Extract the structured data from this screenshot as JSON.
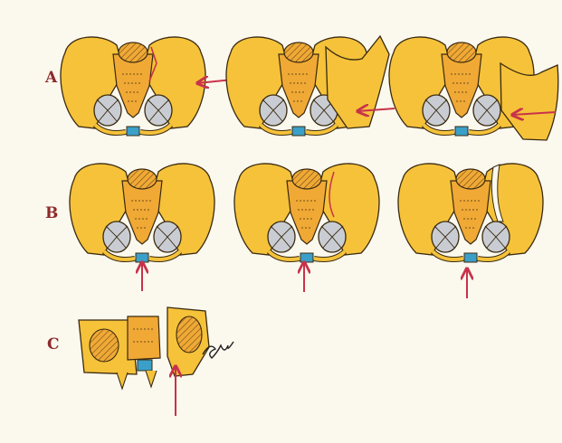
{
  "rows": [
    {
      "label": "A"
    },
    {
      "label": "B"
    },
    {
      "label": "C"
    }
  ],
  "colors": {
    "background": "#fbf8ee",
    "bone": "#f5c23a",
    "bone_shade": "#e39b1f",
    "outline": "#3a2a10",
    "sacrum": "#f0a935",
    "foramen": "#c9cdd3",
    "symphysis": "#3aa0c9",
    "arrow": "#c8324a",
    "label": "#8e2a2a"
  },
  "icons": {
    "arrow": "force-arrow-icon",
    "signature": "artist-signature-icon"
  }
}
